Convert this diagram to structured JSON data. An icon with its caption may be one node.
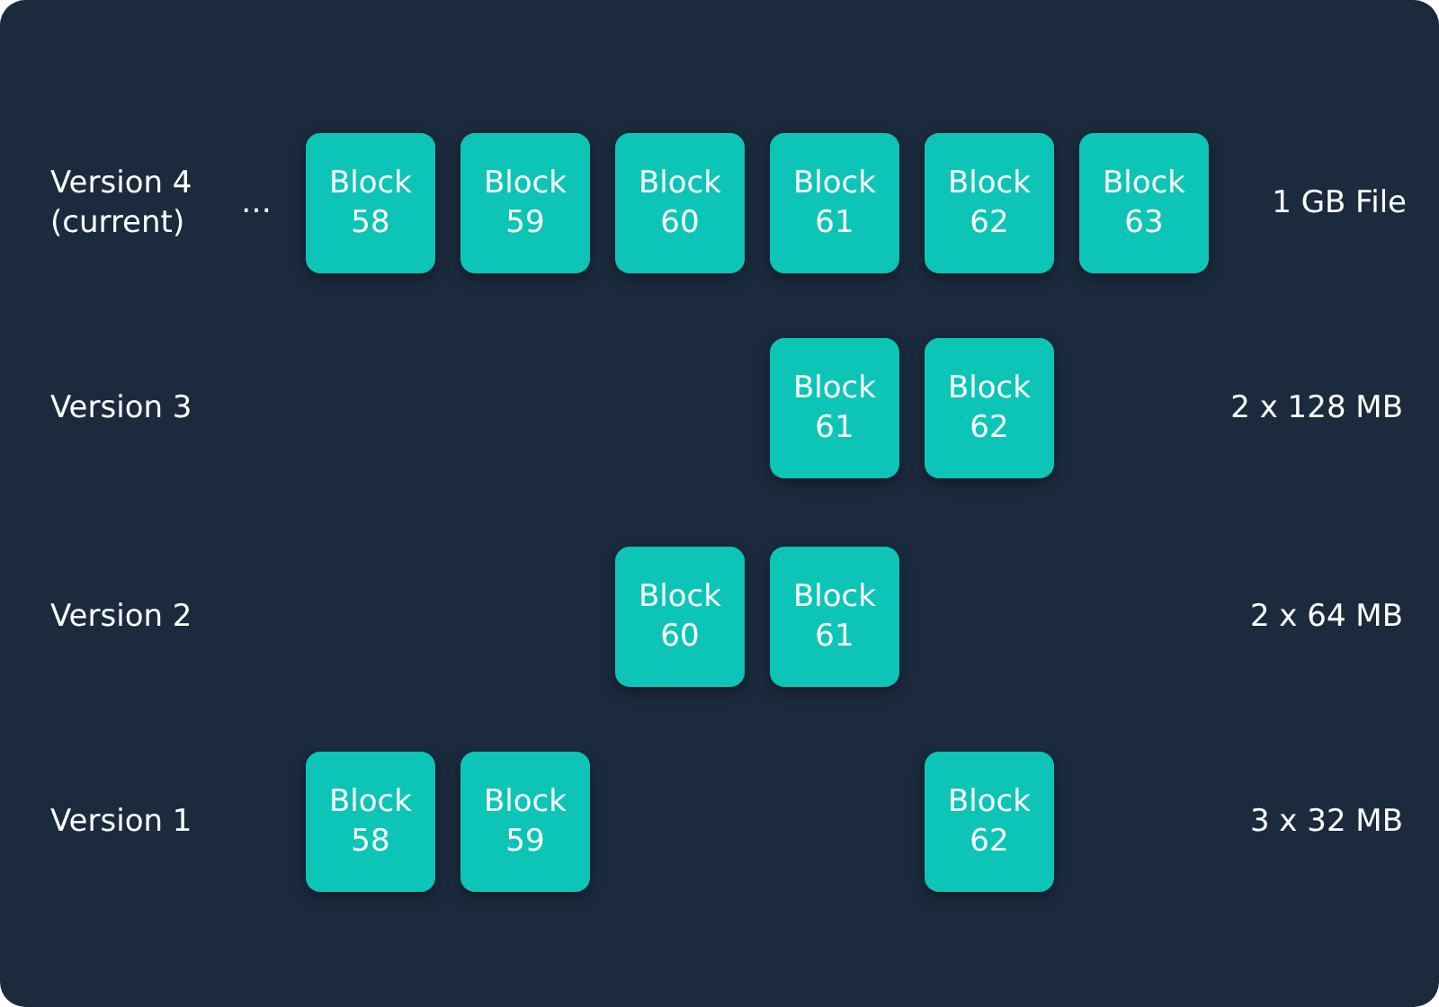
{
  "diagram": {
    "nodes": [
      {
        "text": [
          "Block 58"
        ]
      },
      {
        "text": [
          "Block 59"
        ]
      },
      {
        "text": [
          "Block 60"
        ]
      },
      {
        "text": [
          "Block 61"
        ]
      },
      {
        "text": [
          "Block 62"
        ]
      },
      {
        "text": [
          "Block 63"
        ]
      },
      {
        "text": [
          "Block 61"
        ]
      },
      {
        "text": [
          "Block 62"
        ]
      },
      {
        "text": [
          "Block 60"
        ]
      },
      {
        "text": [
          "Block 61"
        ]
      },
      {
        "text": [
          "Block 58"
        ]
      },
      {
        "text": [
          "Block 59"
        ]
      },
      {
        "text": [
          "Block 62"
        ]
      }
    ],
    "labels": [
      "Version 4 (current)",
      "…",
      "1 GB File",
      "Version 3",
      "2 x 128 MB",
      "Version 2",
      "2 x 64 MB",
      "Version 1",
      "3 x 32 MB"
    ]
  }
}
